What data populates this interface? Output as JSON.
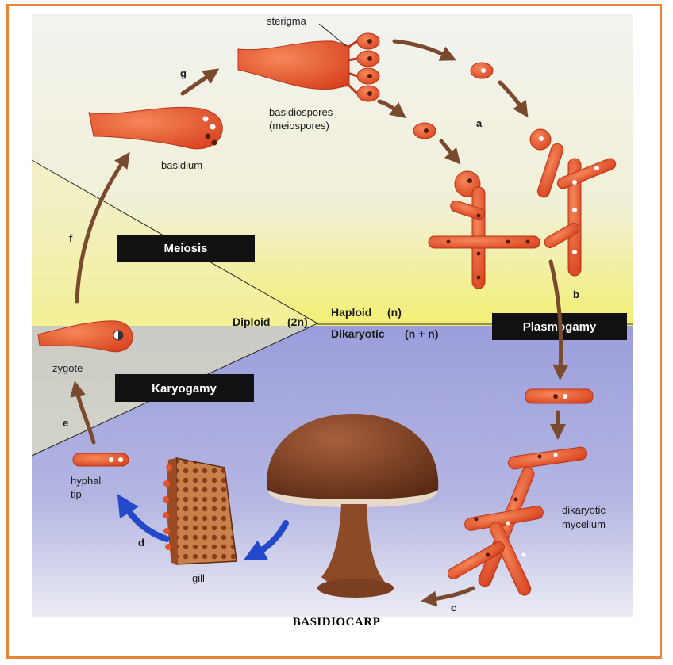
{
  "colors": {
    "frame": "#e8833a",
    "haploid_bg": "#f4f07a",
    "dikaryotic_bg": "#9a9ed8",
    "cell": "#e4552a",
    "arrow": "#7a4a2e",
    "blue_arrow": "#2348c9",
    "box": "#111111",
    "mushroom": "#7a3e22"
  },
  "phases": {
    "meiosis": "Meiosis",
    "plasmogamy": "Plasmogamy",
    "karyogamy": "Karyogamy"
  },
  "ploidy": {
    "diploid": "Diploid",
    "diploid_value": "(2n)",
    "haploid": "Haploid",
    "haploid_value": "(n)",
    "dikaryotic": "Dikaryotic",
    "dikaryotic_value": "(n + n)"
  },
  "labels": {
    "sterigma": "sterigma",
    "basidiospores": "basidiospores",
    "meiospores": "(meiospores)",
    "basidium": "basidium",
    "zygote": "zygote",
    "hyphal": "hyphal",
    "tip": "tip",
    "gill": "gill",
    "dikaryotic": "dikaryotic",
    "mycelium": "mycelium"
  },
  "steps": {
    "a": "a",
    "b": "b",
    "c": "c",
    "d": "d",
    "e": "e",
    "f": "f",
    "g": "g"
  },
  "caption": "BASIDIOCARP"
}
